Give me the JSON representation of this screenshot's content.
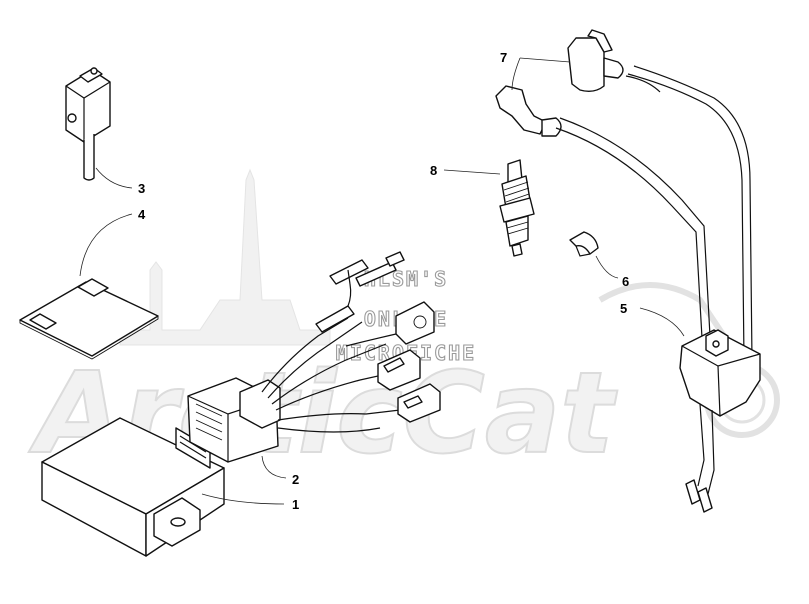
{
  "watermark": {
    "brand": "ArcticCat",
    "lines": [
      "HLSM'S",
      "ONLINE",
      "MICROFICHE"
    ]
  },
  "callouts": [
    {
      "id": "1",
      "label": "1"
    },
    {
      "id": "2",
      "label": "2"
    },
    {
      "id": "3",
      "label": "3"
    },
    {
      "id": "4",
      "label": "4"
    },
    {
      "id": "5",
      "label": "5"
    },
    {
      "id": "6",
      "label": "6"
    },
    {
      "id": "7",
      "label": "7"
    },
    {
      "id": "8",
      "label": "8"
    }
  ],
  "colors": {
    "line": "#111111",
    "watermark": "#d9d9d9",
    "background": "#ffffff"
  }
}
